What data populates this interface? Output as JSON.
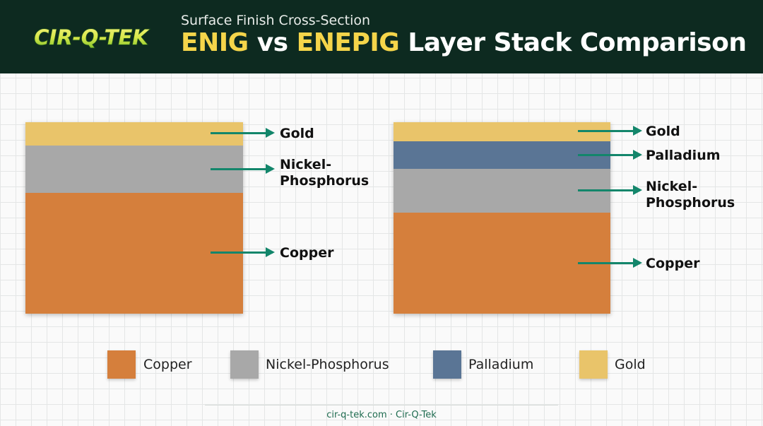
{
  "header": {
    "logo_text": "CIR-Q-TEK",
    "subtitle": "Surface Finish Cross-Section",
    "title_part1": "ENIG",
    "title_part2": " vs ",
    "title_part3": "ENEPIG",
    "title_part4": " Layer Stack Comparison"
  },
  "enig": {
    "layers": [
      {
        "name": "Gold",
        "color": "#e9c46a"
      },
      {
        "name": "Nickel-Phosphorus",
        "color": "#a8a8a8"
      },
      {
        "name": "Copper",
        "color": "#d57f3c"
      }
    ],
    "labels": {
      "gold": "Gold",
      "nickel_line1": "Nickel-",
      "nickel_line2": "Phosphorus",
      "copper": "Copper"
    }
  },
  "enepig": {
    "layers": [
      {
        "name": "Gold",
        "color": "#e9c46a"
      },
      {
        "name": "Palladium",
        "color": "#5a7595"
      },
      {
        "name": "Nickel-Phosphorus",
        "color": "#a8a8a8"
      },
      {
        "name": "Copper",
        "color": "#d57f3c"
      }
    ],
    "labels": {
      "gold": "Gold",
      "palladium": "Palladium",
      "nickel_line1": "Nickel-",
      "nickel_line2": "Phosphorus",
      "copper": "Copper"
    }
  },
  "legend": [
    {
      "label": "Copper",
      "color": "#d57f3c"
    },
    {
      "label": "Nickel-Phosphorus",
      "color": "#a8a8a8"
    },
    {
      "label": "Palladium",
      "color": "#5a7595"
    },
    {
      "label": "Gold",
      "color": "#e9c46a"
    }
  ],
  "footer": "cir-q-tek.com · Cir-Q-Tek",
  "colors": {
    "header_bg": "#0d2a20",
    "accent_yellow": "#f5d54a",
    "arrow": "#13866b"
  }
}
